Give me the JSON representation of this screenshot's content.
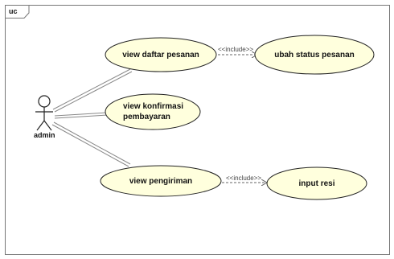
{
  "frame": {
    "label": "uc"
  },
  "actor": {
    "name": "admin"
  },
  "use_cases": {
    "view_daftar_pesanan": "view daftar pesanan",
    "ubah_status_pesanan": "ubah status pesanan",
    "view_konfirmasi_line1": "view konfirmasi",
    "view_konfirmasi_line2": "pembayaran",
    "view_pengiriman": "view pengiriman",
    "input_resi": "input resi"
  },
  "relations": {
    "include_1": "<<include>>",
    "include_2": "<<include>>"
  },
  "colors": {
    "use_case_fill": "#ffffdd",
    "use_case_stroke": "#222222",
    "frame_stroke": "#777777",
    "include_line": "#666666"
  }
}
